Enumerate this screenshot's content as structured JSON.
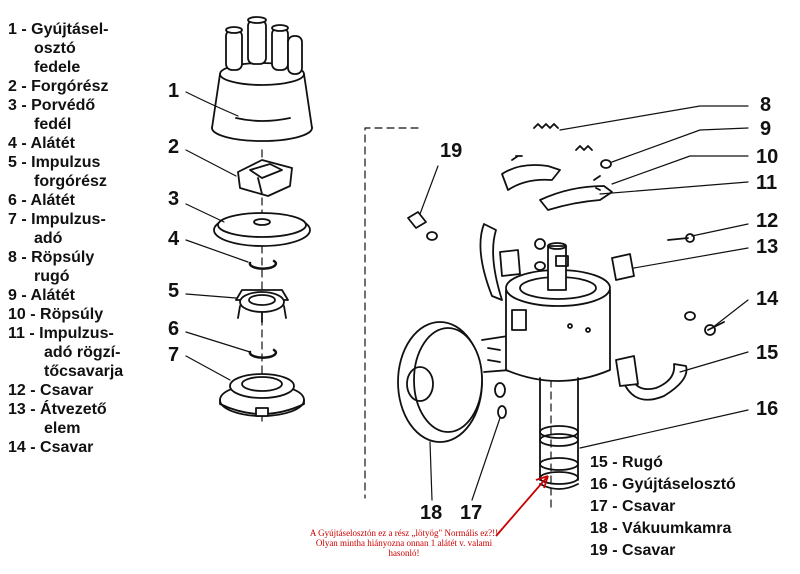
{
  "legend_left": [
    {
      "num": "1",
      "lines": [
        "1 - Gyújtásel-",
        "osztó",
        "fedele"
      ]
    },
    {
      "num": "2",
      "lines": [
        "2 - Forgórész"
      ]
    },
    {
      "num": "3",
      "lines": [
        "3 - Porvédő",
        "fedél"
      ]
    },
    {
      "num": "4",
      "lines": [
        "4 - Alátét"
      ]
    },
    {
      "num": "5",
      "lines": [
        "5 - Impulzus",
        "forgórész"
      ]
    },
    {
      "num": "6",
      "lines": [
        "6 - Alátét"
      ]
    },
    {
      "num": "7",
      "lines": [
        "7 - Impulzus-",
        "adó"
      ]
    },
    {
      "num": "8",
      "lines": [
        "8 - Röpsúly",
        "rugó"
      ]
    },
    {
      "num": "9",
      "lines": [
        "9 - Alátét"
      ]
    },
    {
      "num": "10",
      "lines": [
        "10 - Röpsúly"
      ]
    },
    {
      "num": "11",
      "lines": [
        "11 - Impulzus-",
        "adó rögzí-",
        "tőcsavarja"
      ]
    },
    {
      "num": "12",
      "lines": [
        "12 - Csavar"
      ]
    },
    {
      "num": "13",
      "lines": [
        "13 - Átvezető",
        "elem"
      ]
    },
    {
      "num": "14",
      "lines": [
        "14 - Csavar"
      ]
    }
  ],
  "legend_right": [
    "15 - Rugó",
    "16 - Gyújtáselosztó",
    "17 - Csavar",
    "18 - Vákuumkamra",
    "19 - Csavar"
  ],
  "callouts": [
    "1",
    "2",
    "3",
    "4",
    "5",
    "6",
    "7",
    "8",
    "9",
    "10",
    "11",
    "12",
    "13",
    "14",
    "15",
    "16",
    "17",
    "18",
    "19"
  ],
  "note": "A Gyújtáselosztón ez a rész „lötyög\" Normális ez?!! Olyan mintha hiányozna onnan 1 alátét v. valami hasonló!",
  "colors": {
    "ink": "#111111",
    "annotation": "#cc0000",
    "background": "#ffffff"
  }
}
